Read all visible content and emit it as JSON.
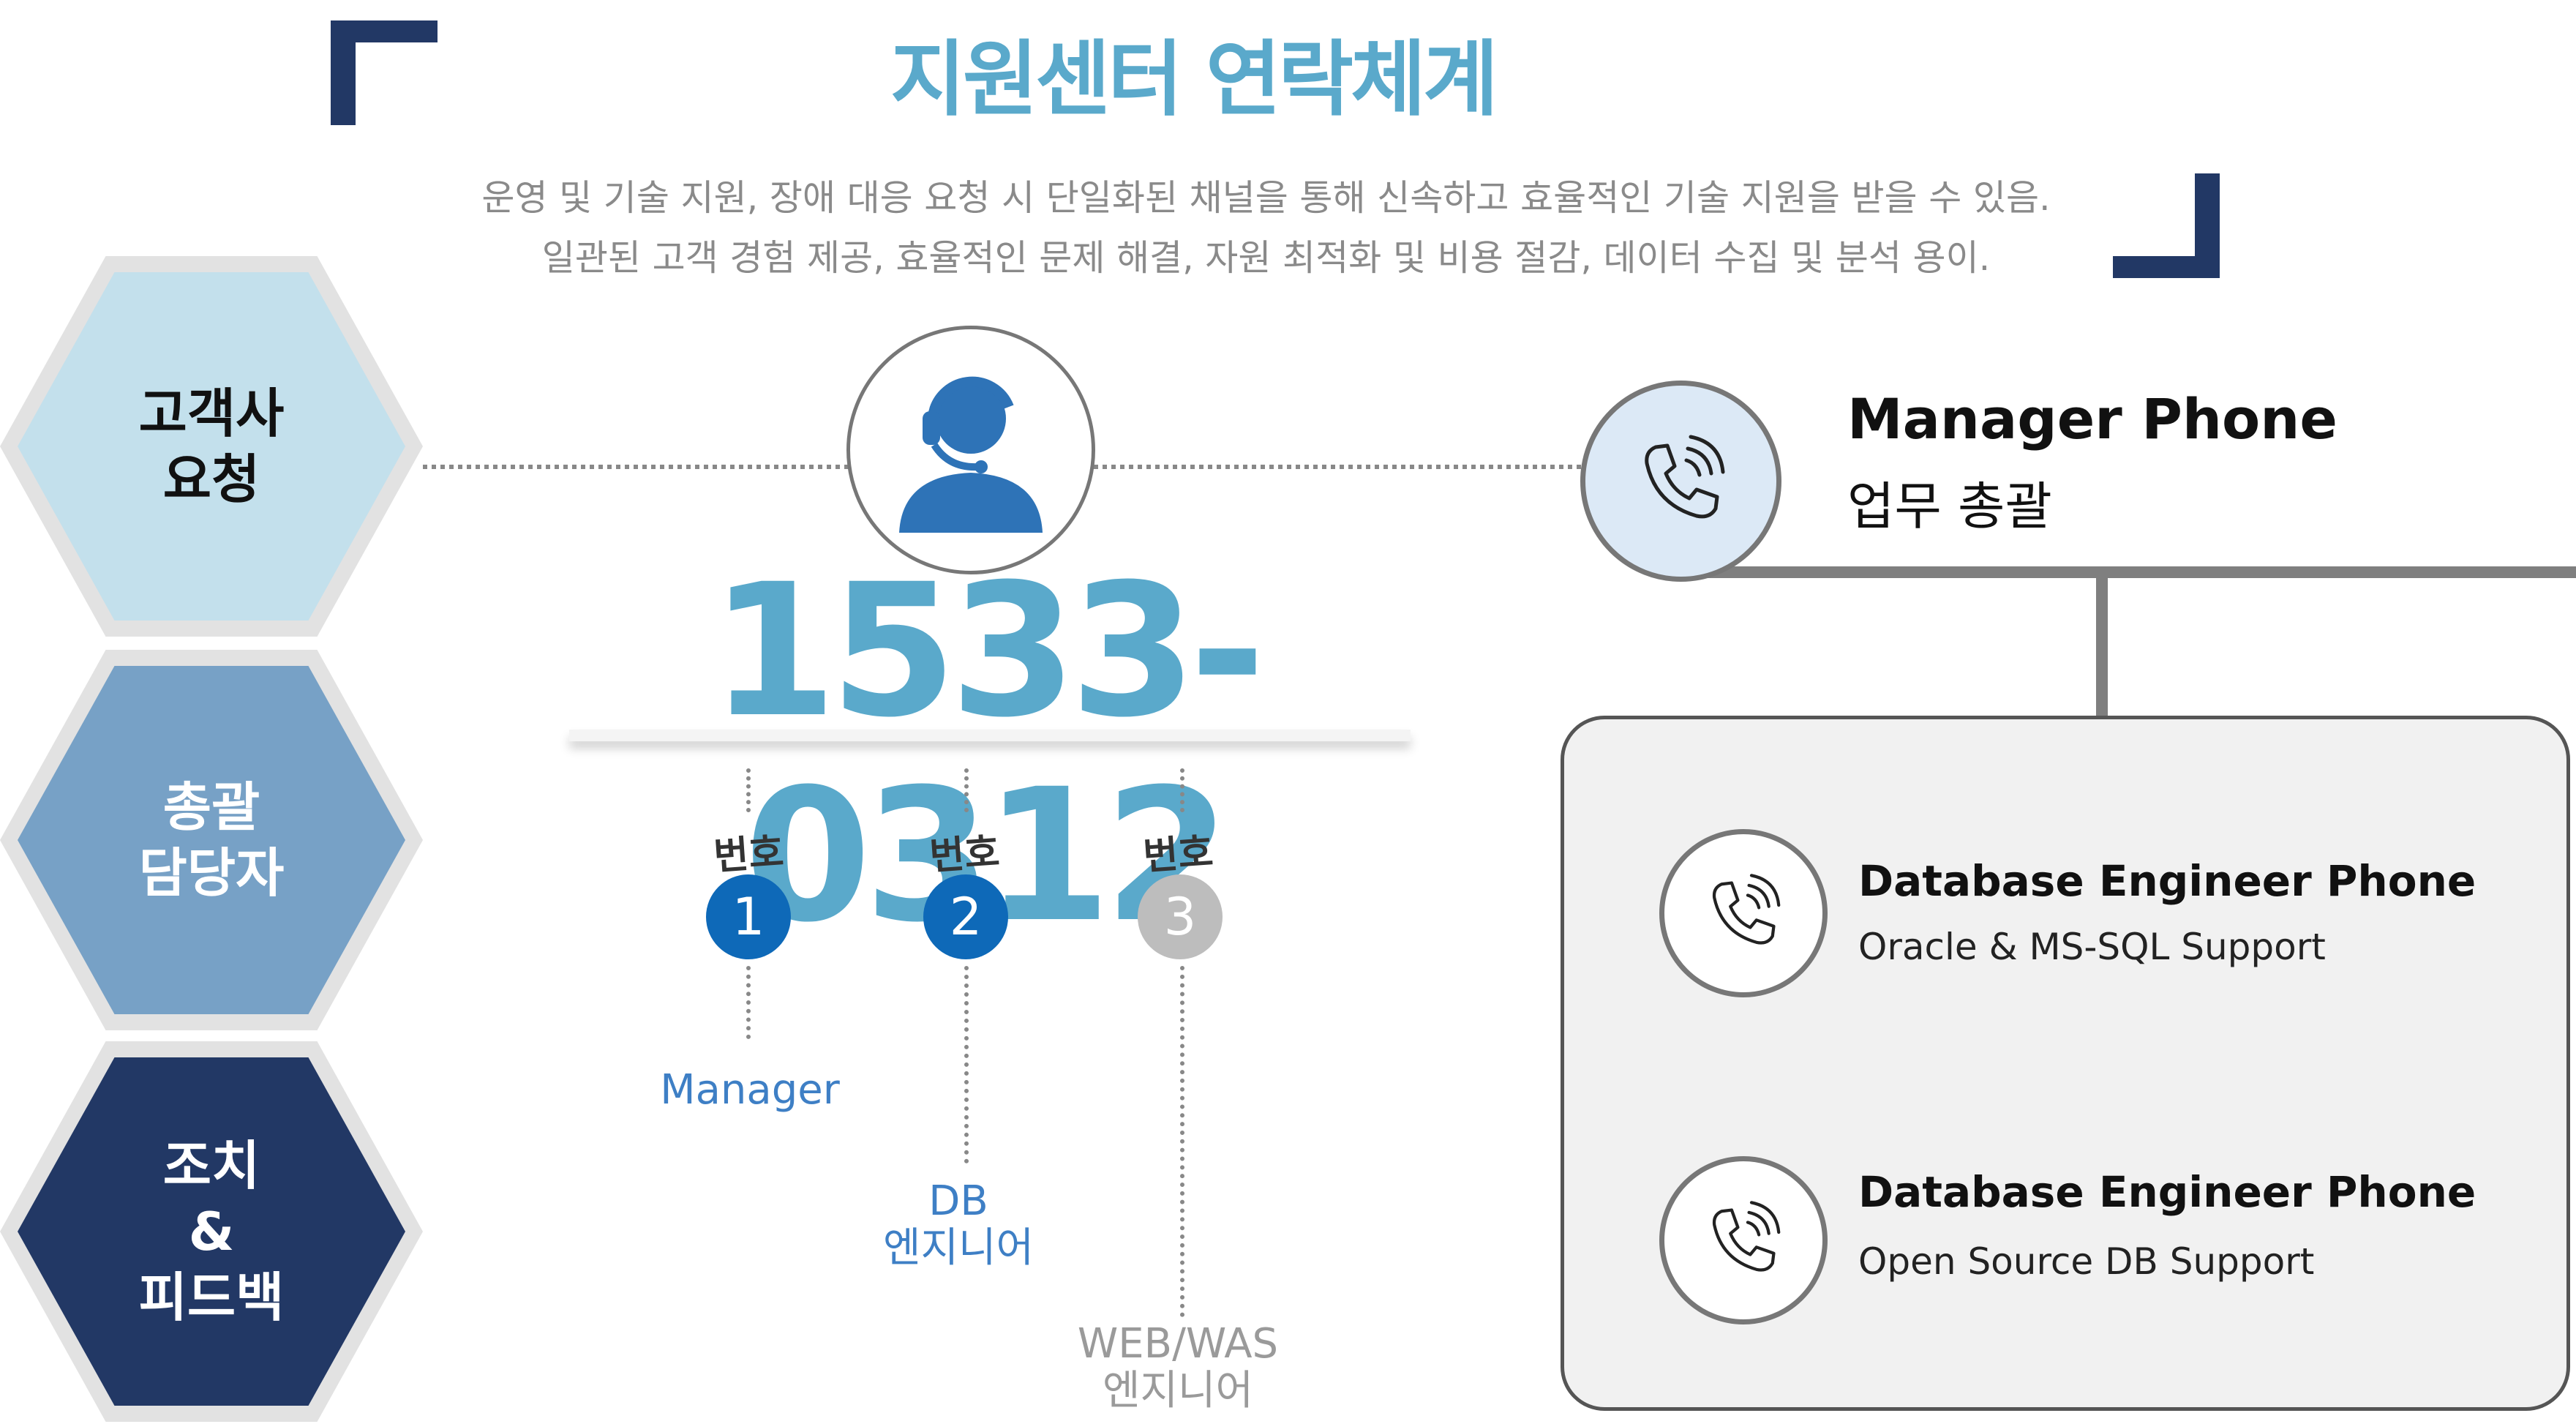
{
  "title": "지원센터 연락체계",
  "description": {
    "line1": "운영 및 기술 지원, 장애 대응 요청 시 단일화된 채널을 통해 신속하고 효율적인 기술 지원을 받을 수 있음.",
    "line2": "일관된 고객 경험 제공, 효율적인 문제 해결, 자원 최적화 및 비용 절감, 데이터 수집 및 분석 용이."
  },
  "steps": [
    {
      "line1": "고객사",
      "line2": "요청"
    },
    {
      "line1": "총괄",
      "line2": "담당자"
    },
    {
      "line1": "조치",
      "line2": "&",
      "line3": "피드백"
    }
  ],
  "hotline": "1533-0312",
  "extensions": [
    {
      "label": "번호",
      "number": "1",
      "role": "Manager",
      "role2": "",
      "color": "#0e69b8",
      "role_color": "#3e7fc5"
    },
    {
      "label": "번호",
      "number": "2",
      "role": "DB",
      "role2": "엔지니어",
      "color": "#0e69b8",
      "role_color": "#3e7fc5"
    },
    {
      "label": "번호",
      "number": "3",
      "role": "WEB/WAS",
      "role2": "엔지니어",
      "color": "#bdbdbd",
      "role_color": "#9a9a9a"
    }
  ],
  "manager": {
    "name": "Manager Phone",
    "sub": "업무 총괄"
  },
  "engineers": [
    {
      "name": "Database Engineer Phone",
      "sub": "Oracle & MS-SQL Support"
    },
    {
      "name": "Database Engineer Phone",
      "sub": "Open Source DB Support"
    }
  ],
  "icons": {
    "agent": "headset-agent-icon",
    "phone": "phone-ringing-icon"
  },
  "colors": {
    "accent": "#5aa9cb",
    "navy": "#223865",
    "blue": "#0e69b8"
  }
}
